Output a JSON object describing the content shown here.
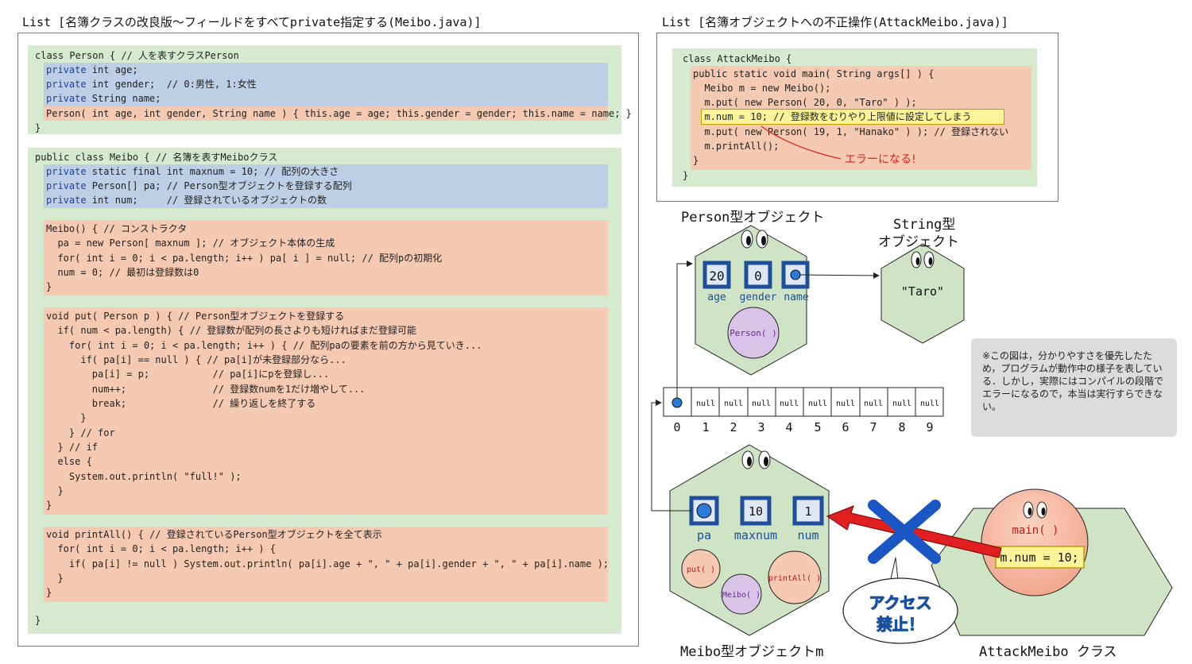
{
  "left_panel": {
    "title": "List [名簿クラスの改良版〜フィールドをすべてprivate指定する(Meibo.java)]",
    "person_class": {
      "header": "class Person { // 人を表すクラスPerson",
      "fields": [
        {
          "kw": "private",
          "rest": " int age;"
        },
        {
          "kw": "private",
          "rest": " int gender;  // 0:男性, 1:女性"
        },
        {
          "kw": "private",
          "rest": " String name;"
        }
      ],
      "constructor": "Person( int age, int gender, String name ) { this.age = age; this.gender = gender; this.name = name; }",
      "close": "}"
    },
    "meibo_class": {
      "header": "public class Meibo { // 名簿を表すMeiboクラス",
      "fields": [
        {
          "kw": "private",
          "rest": " static final int maxnum = 10; // 配列の大きさ"
        },
        {
          "kw": "private",
          "rest": " Person[] pa; // Person型オブジェクトを登録する配列"
        },
        {
          "kw": "private",
          "rest": " int num;     // 登録されているオブジェクトの数"
        }
      ],
      "constructor_lines": [
        "Meibo() { // コンストラクタ",
        "  pa = new Person[ maxnum ]; // オブジェクト本体の生成",
        "  for( int i = 0; i < pa.length; i++ ) pa[ i ] = null; // 配列pの初期化",
        "  num = 0; // 最初は登録数は0",
        "}"
      ],
      "put_lines": [
        "void put( Person p ) { // Person型オブジェクトを登録する",
        "  if( num < pa.length) { // 登録数が配列の長さよりも短ければまだ登録可能",
        "    for( int i = 0; i < pa.length; i++ ) { // 配列paの要素を前の方から見ていき...",
        "      if( pa[i] == null ) { // pa[i]が未登録部分なら...",
        "        pa[i] = p;           // pa[i]にpを登録し...",
        "        num++;               // 登録数numを1だけ増やして...",
        "        break;               // 繰り返しを終了する",
        "      }",
        "    } // for",
        "  } // if",
        "  else {",
        "    System.out.println( \"full!\" );",
        "  }",
        "}"
      ],
      "printall_lines": [
        "void printAll() { // 登録されているPerson型オブジェクトを全て表示",
        "  for( int i = 0; i < pa.length; i++ ) {",
        "    if( pa[i] != null ) System.out.println( pa[i].age + \", \" + pa[i].gender + \", \" + pa[i].name );",
        "  }",
        "}"
      ],
      "close": "}"
    }
  },
  "right_panel": {
    "title": "List [名簿オブジェクトへの不正操作(AttackMeibo.java)]",
    "header": "class AttackMeibo {",
    "main_lines": [
      "public static void main( String args[] ) {",
      "  Meibo m = new Meibo();",
      "  m.put( new Person( 20, 0, \"Taro\" ) );",
      "  m.num = 10; // 登録数をむりやり上限値に設定してしまう",
      "  m.put( new Person( 19, 1, \"Hanako\" ) ); // 登録されない",
      "  m.printAll();",
      "}"
    ],
    "close": "}",
    "error_note": "エラーになる!"
  },
  "diagram": {
    "person_caption": "Person型オブジェクト",
    "person_values": {
      "age": "20",
      "gender": "0"
    },
    "person_labels": {
      "age": "age",
      "gender": "gender",
      "name": "name"
    },
    "person_method": "Person( )",
    "string_caption_1": "String型",
    "string_caption_2": "オブジェクト",
    "string_value": "\"Taro\"",
    "array_cells": [
      "",
      "null",
      "null",
      "null",
      "null",
      "null",
      "null",
      "null",
      "null",
      "null"
    ],
    "array_indices": [
      "0",
      "1",
      "2",
      "3",
      "4",
      "5",
      "6",
      "7",
      "8",
      "9"
    ],
    "meibo_caption": "Meibo型オブジェクトm",
    "meibo_values": {
      "maxnum": "10",
      "num": "1"
    },
    "meibo_labels": {
      "pa": "pa",
      "maxnum": "maxnum",
      "num": "num"
    },
    "meibo_methods": {
      "put": "put( )",
      "meibo": "Meibo( )",
      "printall": "printAll( )"
    },
    "attack_caption": "AttackMeibo クラス",
    "attack_main": "main( )",
    "attack_stmt": "m.num = 10;",
    "denied_1": "アクセス",
    "denied_2": "禁止！",
    "note": "※この図は，分かりやすさを優先したため，プログラムが動作中の様子を表している．しかし，実際にはコンパイルの段階でエラーになるので，本当は実行すらできない。"
  },
  "colors": {
    "green": "#d6ead0",
    "blue": "#bdcfe6",
    "salmon": "#f6c9b2",
    "hex_fill": "#cfe4c4",
    "box_blue": "#1f4e9a",
    "arrow_red": "#e02020",
    "cross_blue": "#1a56c4"
  }
}
